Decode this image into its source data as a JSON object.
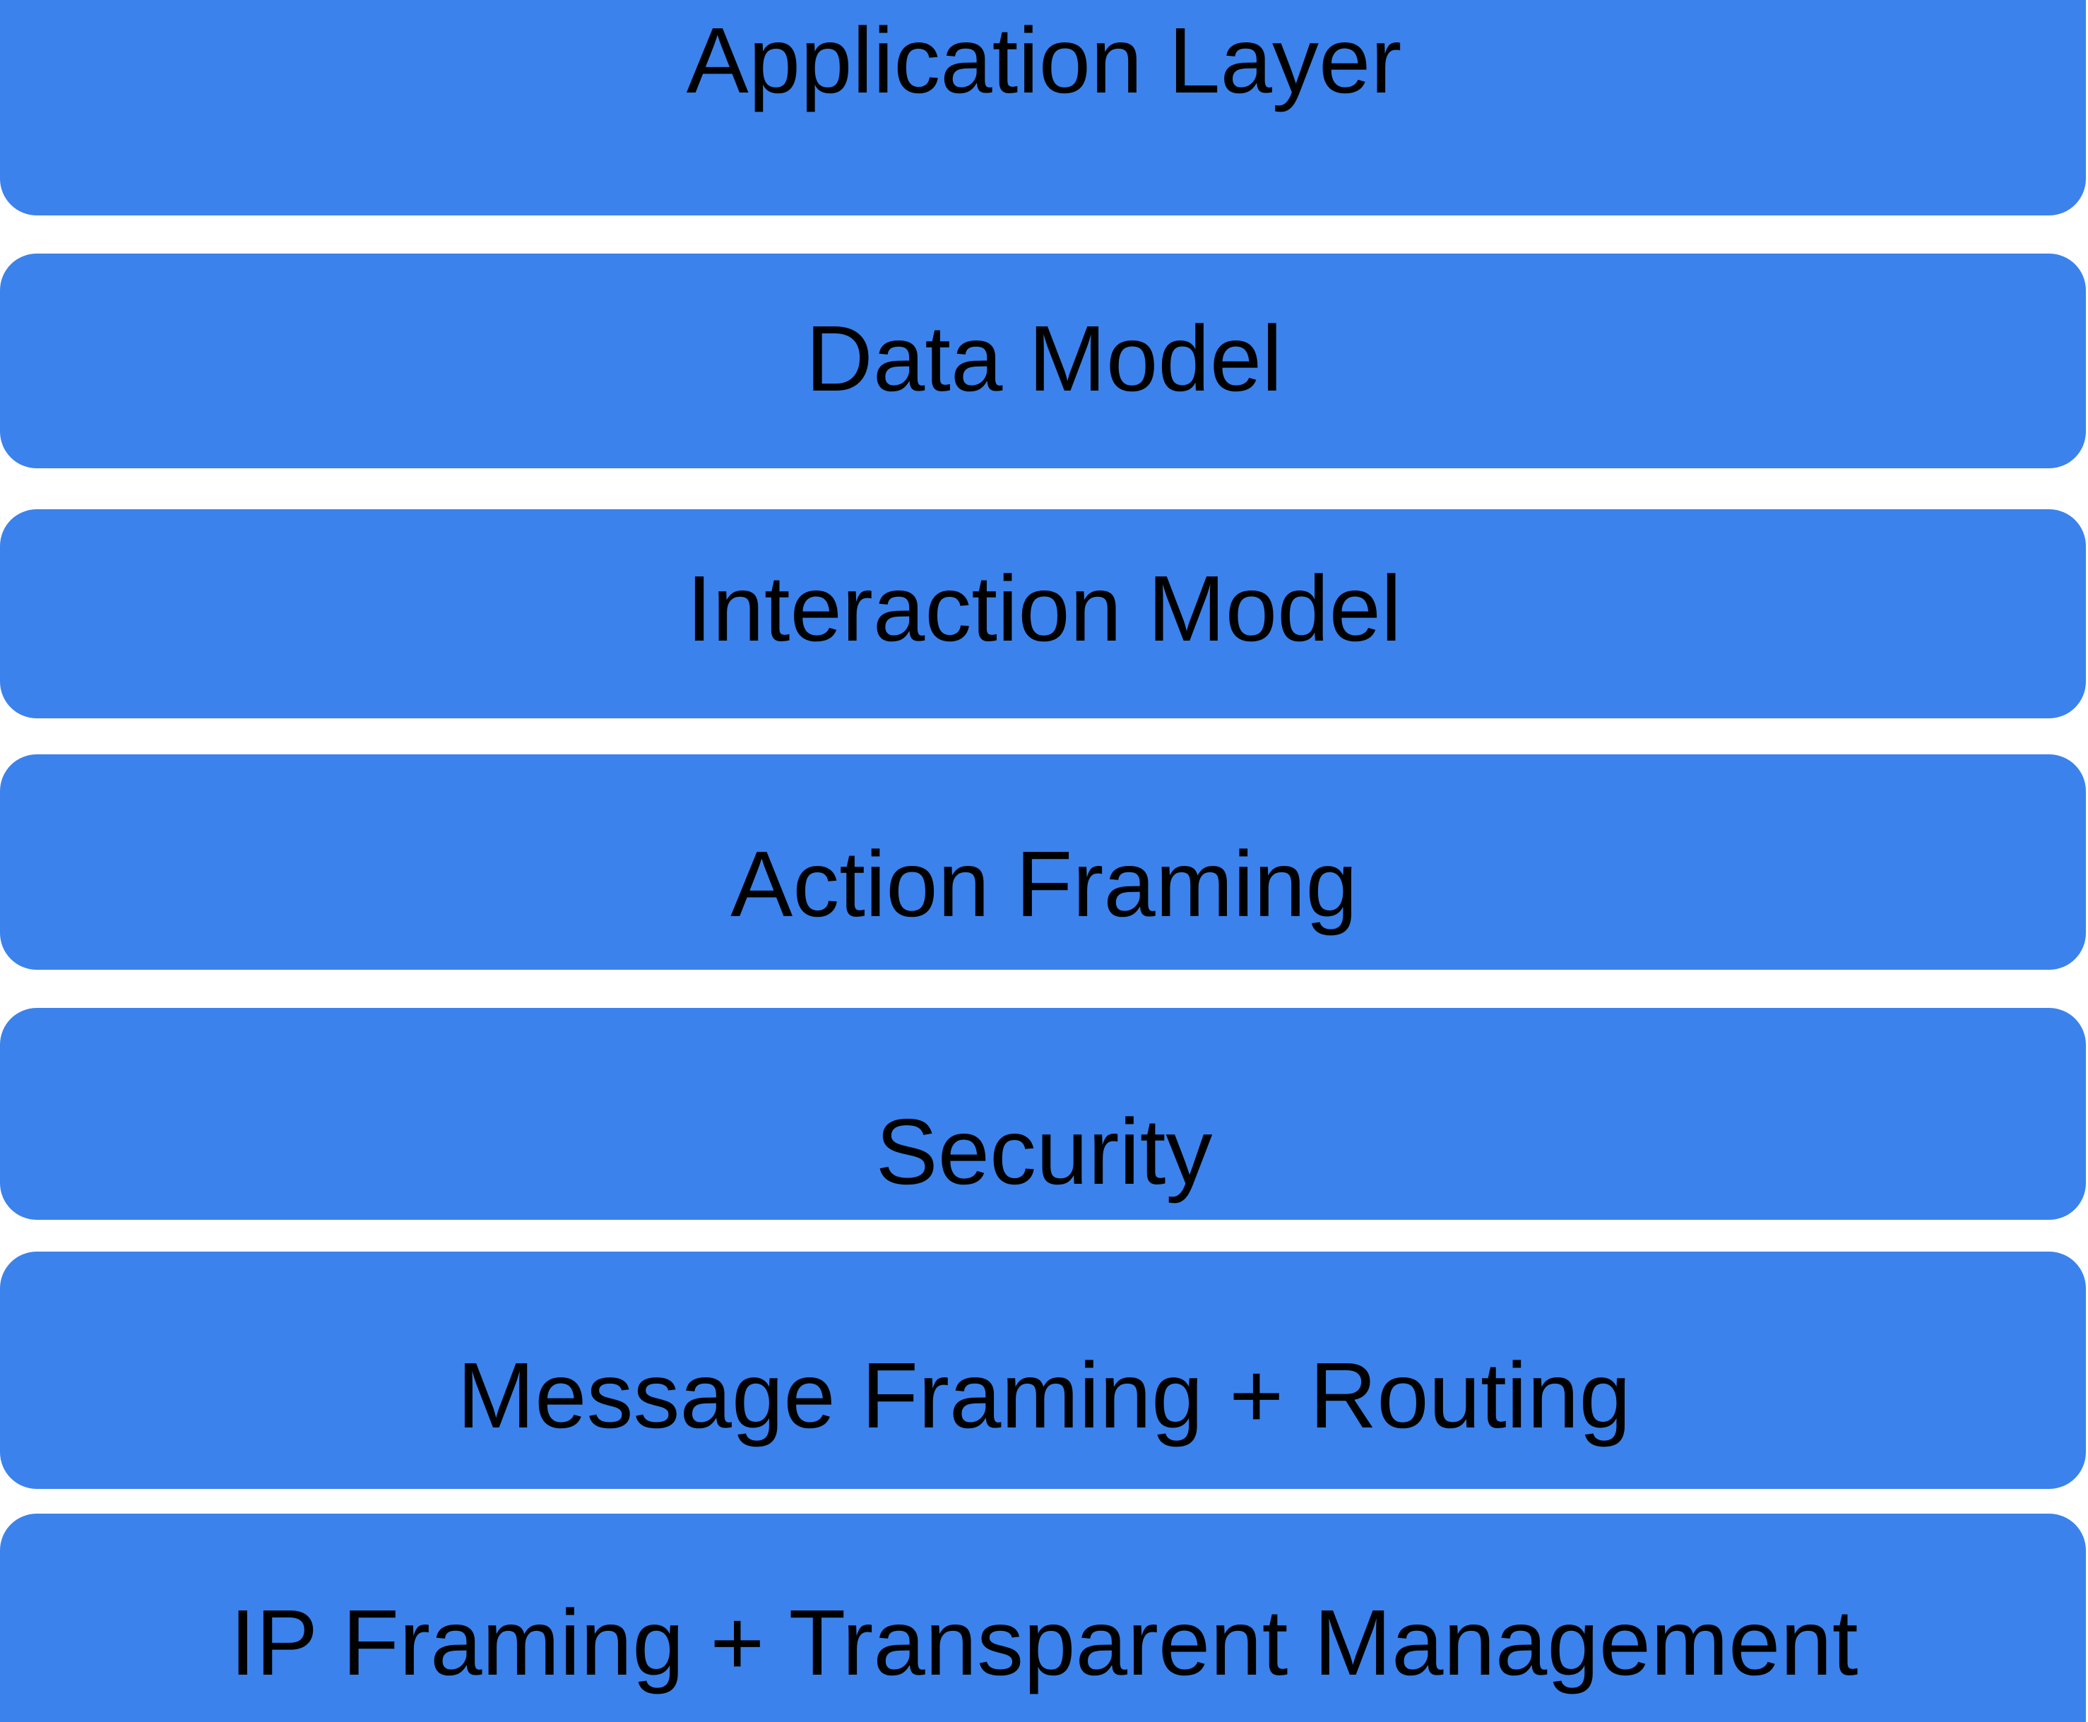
{
  "diagram": {
    "type": "layered-stack",
    "orientation": "vertical",
    "description": "Protocol layer stack diagram with seven stacked rounded bars",
    "colors": {
      "bar_fill": "#3b82ec",
      "label_text": "#000000",
      "background": "#ffffff"
    },
    "layers": [
      {
        "index": 1,
        "label": "Application Layer"
      },
      {
        "index": 2,
        "label": "Data Model"
      },
      {
        "index": 3,
        "label": "Interaction Model"
      },
      {
        "index": 4,
        "label": "Action Framing"
      },
      {
        "index": 5,
        "label": "Security"
      },
      {
        "index": 6,
        "label": "Message Framing + Routing"
      },
      {
        "index": 7,
        "label": "IP Framing + Transparent Management"
      }
    ]
  }
}
